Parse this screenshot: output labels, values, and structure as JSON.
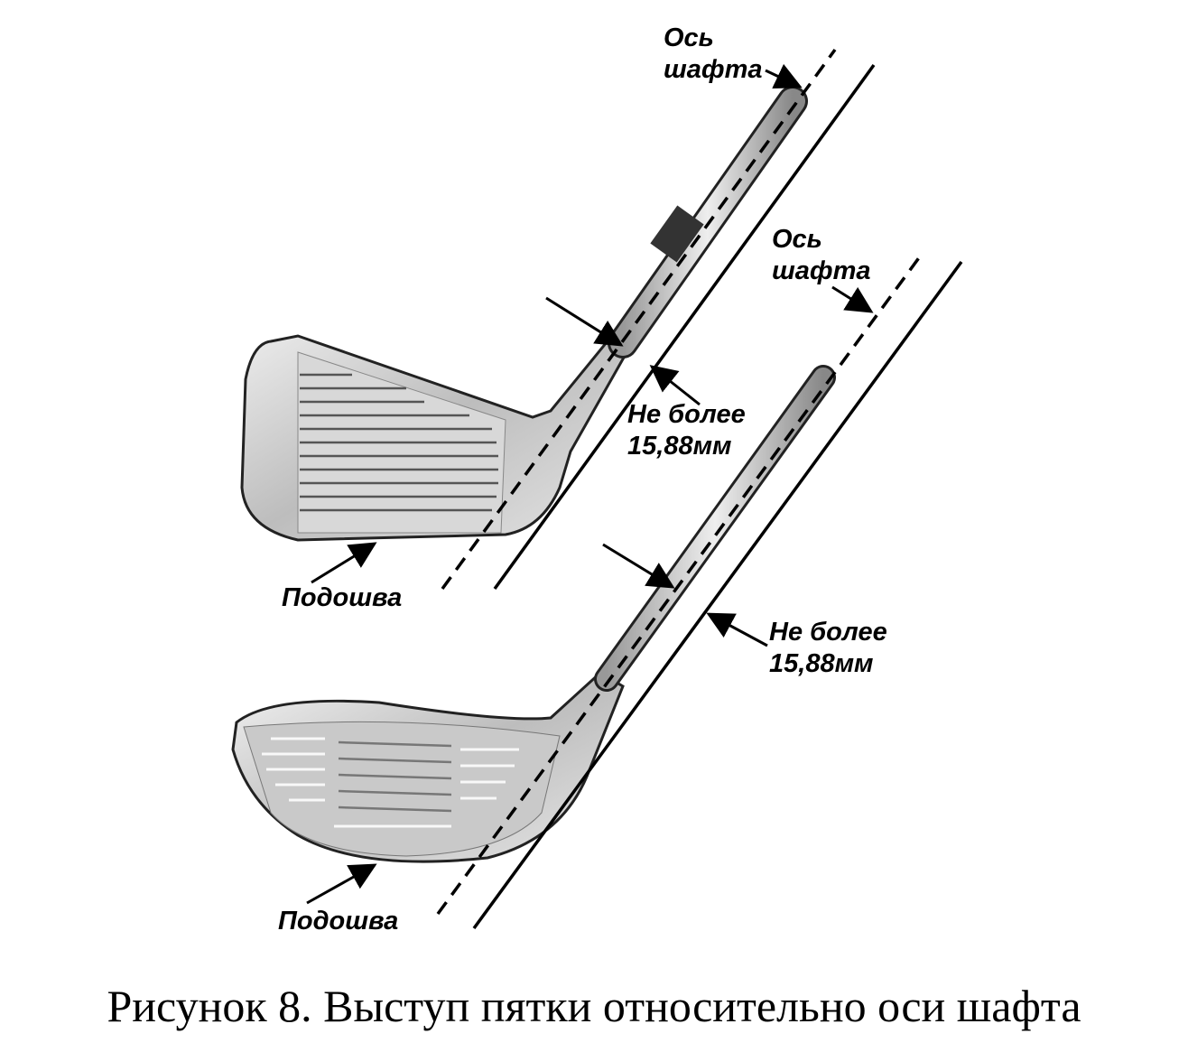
{
  "labels": {
    "shaft_axis_line1": "Ось",
    "shaft_axis_line2": "шафта",
    "max_line1": "Не более",
    "max_line2": "15,88мм",
    "sole": "Подошва"
  },
  "caption": "Рисунок 8. Выступ пятки относительно оси шафта"
}
